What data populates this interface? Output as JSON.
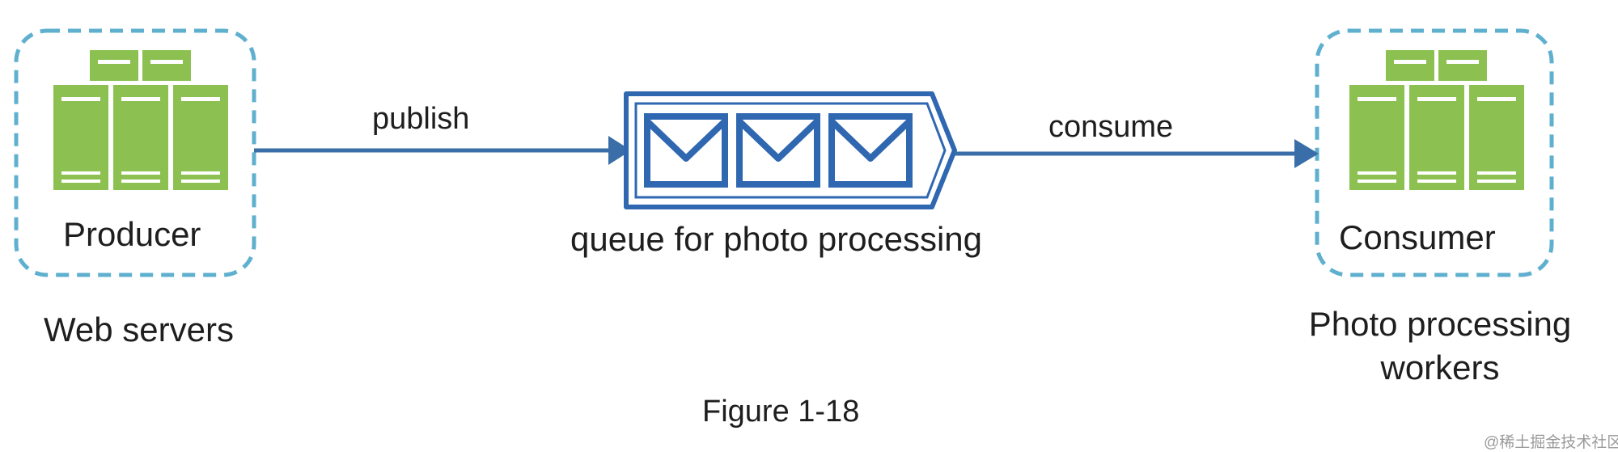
{
  "producer": {
    "label": "Producer",
    "group_label": "Web servers"
  },
  "consumer": {
    "label": "Consumer",
    "group_label_line1": "Photo processing",
    "group_label_line2": "workers"
  },
  "queue": {
    "label": "queue for photo processing"
  },
  "edges": {
    "publish": "publish",
    "consume": "consume"
  },
  "caption": "Figure 1-18",
  "watermark": "@稀土掘金技术社区",
  "colors": {
    "server_green": "#8cc152",
    "server_dark": "#74a83c",
    "queue_blue": "#2f67b1",
    "dashed_border": "#5fb0cf",
    "arrow": "#3a6ea8"
  },
  "icons": {
    "server": "server-rack-icon",
    "message": "envelope-icon"
  }
}
